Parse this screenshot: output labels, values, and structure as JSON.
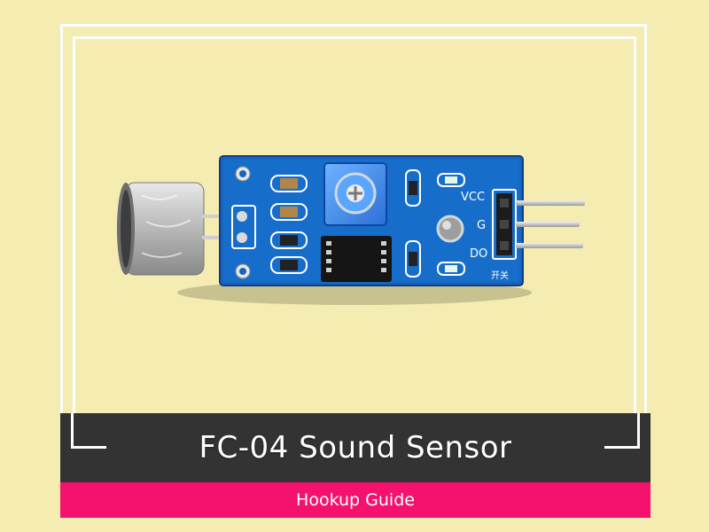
{
  "banner": {
    "title": "FC-04 Sound Sensor",
    "subtitle": "Hookup Guide"
  },
  "board": {
    "labels": {
      "vcc": "VCC",
      "gnd": "G",
      "do": "DO",
      "bottom": "开关"
    }
  },
  "colors": {
    "background": "#f4ecb0",
    "title_bar": "#333333",
    "subtitle_bar": "#f5126e",
    "pcb": "#1565c0"
  }
}
